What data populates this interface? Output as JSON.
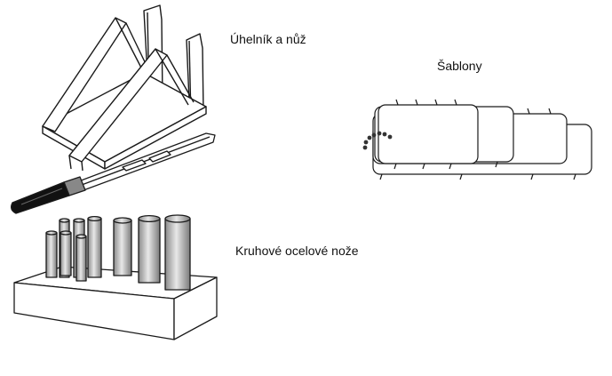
{
  "labels": {
    "angle_knife": "Úhelník a nůž",
    "templates": "Šablony",
    "circular_knives": "Kruhové ocelové nože"
  },
  "colors": {
    "line": "#1a1a1a",
    "fill": "#ffffff",
    "steel_dark": "#7a7a7a",
    "steel_light": "#e6e6e6",
    "handle": "#111111"
  },
  "icons": {
    "angle_tool": "angle-square-drawing",
    "knife": "knife-drawing",
    "templates": "template-stack-drawing",
    "knife_set": "circular-knife-set-drawing"
  }
}
